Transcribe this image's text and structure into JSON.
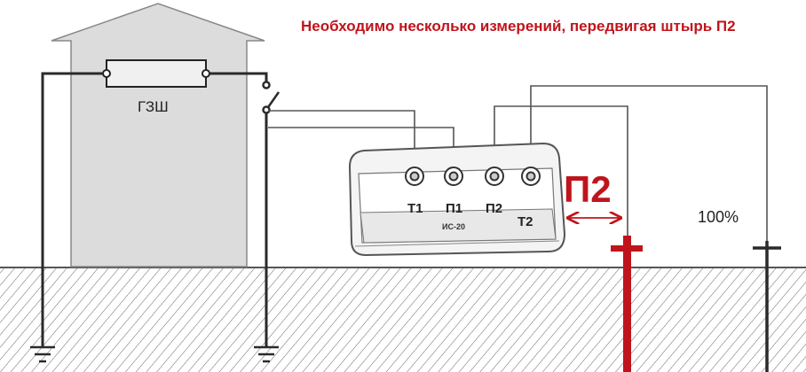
{
  "title": "Необходимо несколько измерений, передвигая штырь П2",
  "busbar_label": "ГЗШ",
  "device": {
    "model": "ИС-20",
    "terminals": [
      "Т1",
      "П1",
      "П2",
      "Т2"
    ]
  },
  "probe_label": "П2",
  "far_label": "100%",
  "colors": {
    "title": "#c0141c",
    "accent": "#c0141c",
    "wire": "#333333",
    "house": "#dcdcdc"
  }
}
